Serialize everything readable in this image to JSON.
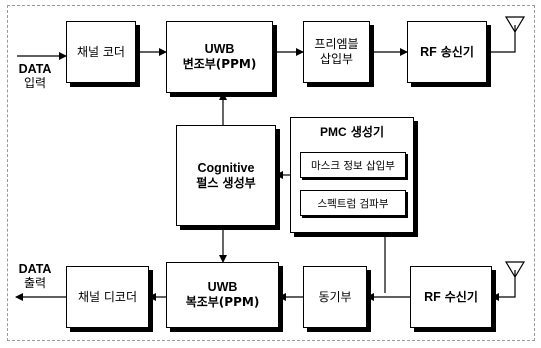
{
  "blocks": {
    "channel_coder": "채널 코더",
    "uwb_mod_line1": "UWB",
    "uwb_mod_line2": "변조부(PPM)",
    "preamble_line1": "프리엠블",
    "preamble_line2": "삽입부",
    "rf_tx_en": "RF",
    "rf_tx_ko": "송신기",
    "cognitive_line1": "Cognitive",
    "cognitive_line2": "펄스 생성부",
    "pmc_en": "PMC",
    "pmc_ko": "생성기",
    "mask_info": "마스크 정보 삽입부",
    "spectrum_detect": "스펙트럼 검파부",
    "channel_decoder": "채널 디코더",
    "uwb_demod_line1": "UWB",
    "uwb_demod_line2": "복조부(PPM)",
    "sync": "동기부",
    "rf_rx_en": "RF",
    "rf_rx_ko": "수신기"
  },
  "io": {
    "data_in_en": "DATA",
    "data_in_ko": "입력",
    "data_out_en": "DATA",
    "data_out_ko": "출력"
  }
}
